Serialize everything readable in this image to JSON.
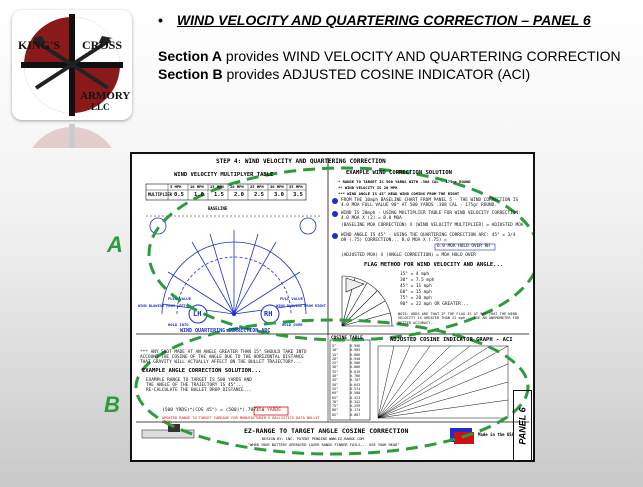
{
  "slide": {
    "title": "WIND VELOCITY AND QUARTERING CORRECTION – PANEL 6",
    "section_a_bold": "Section A",
    "section_a_text": " provides WIND VELOCITY AND QUARTERING CORRECTION",
    "section_b_bold": "Section B",
    "section_b_text": " provides ADJUSTED COSINE INDICATOR (ACI)"
  },
  "logo": {
    "top": "KING'S",
    "right": "CROSS",
    "bottom": "ARMORY",
    "sub": "LLC",
    "brand_red": "#8a1a1a"
  },
  "panel": {
    "step_title": "STEP 4: WIND VELOCITY AND QUARTERING CORRECTION",
    "multiplier_title": "WIND VELOCITY MULTIPLYER TABLE",
    "multiplier_row_label": "MULTIPLIER",
    "multiplier_headers": [
      "5 MPH",
      "10 MPH",
      "15 MPH",
      "20 MPH",
      "25 MPH",
      "30 MPH",
      "35 MPH"
    ],
    "multiplier_values": [
      "0.5",
      "1.0",
      "1.5",
      "2.0",
      "2.5",
      "3.0",
      "3.5"
    ],
    "baseline_label": "BASELINE",
    "full_value": "FULL VALUE",
    "hold_into": "HOLD INTO",
    "hold_over": "HOLD OVER",
    "lh_label": "LH",
    "rh_label": "RH",
    "wind_from_left": "WIND BLOWING FROM LEFT",
    "wind_from_right": "WIND BLOWING FROM RIGHT",
    "section_a_footer": "WIND QUARTERING CORRECTION ARC",
    "example_title": "EXAMPLE WIND CORRECTION SOLUTION",
    "example_lines": [
      "* RANGE TO TARGET IS 500 YARDS WITH .308 CAL - 175gr ROUND",
      "** WIND VELOCITY IS 20 MPH",
      "*** WIND ANGLE IS 45° HEAD WIND COMING FROM THE RIGHT"
    ],
    "step1": "FROM THE 10mph BASELINE CHART FROM PANEL 5 - THE WIND CORRECTION IS 4.0 MOA FULL VALUE 90° AT 500 YARDS .308 CAL - 175gr ROUND.",
    "step2": "WIND IS 20mph - USING MULTIPLIER TABLE FOR WIND VELOCITY CORRECTION: 4.0 MOA X (2) = 8.0 MOA",
    "step2_note": "(BASELINE MOA CORRECTION) X (WIND VELOCITY MULTIPLIER) = ADJUSTED MOA",
    "step3": "WIND ANGLE IS 45° - USING THE QUARTERING CORRECTION ARC: 45° = 3/4 OR (.75) CORRECTION... 8.0 MOA X (.75) =",
    "step3_answer": "6.0 MOA HOLD OVER RH",
    "step3_note": "(ADJUSTED MOA) X (ANGLE CORRECTION) = MOA HOLD OVER",
    "flag_title": "FLAG METHOD FOR WIND VELOCITY AND ANGLE...",
    "flag_rows": [
      "15° = 4 mph",
      "30° = 7.5 mph",
      "45° = 11 mph",
      "60° = 15 mph",
      "75° = 20 mph",
      "90° = 22 mph OR GREATER..."
    ],
    "flag_note": "NOTE: ODDS ARE THAT IF THE FLAG IS AT 90° THAT THE WIND VELOCITY IS GREATER THAN 22 mph... USE AN ANEMOMETER FOR BETTER ACCURACY...",
    "cosine_title": "COSINE TABLE",
    "cosine_rows": [
      [
        "5°",
        "0.996"
      ],
      [
        "10°",
        "0.985"
      ],
      [
        "15°",
        "0.966"
      ],
      [
        "20°",
        "0.940"
      ],
      [
        "25°",
        "0.906"
      ],
      [
        "30°",
        "0.866"
      ],
      [
        "35°",
        "0.819"
      ],
      [
        "40°",
        "0.766"
      ],
      [
        "45°",
        "0.707"
      ],
      [
        "50°",
        "0.643"
      ],
      [
        "55°",
        "0.574"
      ],
      [
        "60°",
        "0.500"
      ],
      [
        "65°",
        "0.423"
      ],
      [
        "70°",
        "0.342"
      ],
      [
        "75°",
        "0.259"
      ],
      [
        "80°",
        "0.174"
      ],
      [
        "85°",
        "0.087"
      ]
    ],
    "aci_title": "ADJUSTED COSINE INDICATOR GRAPH - ACI",
    "angle_note_lines": [
      "*** ANY SHOT MADE AT AN ANGLE GREATER THAN 15° SHOULD TAKE INTO",
      "ACCOUNT THE COSINE OF THE ANGLE DUE TO THE HORIZONTAL DISTANCE",
      "THAT GRAVITY WILL ACTUALLY AFFECT ON THE BULLET TRAJECTORY..."
    ],
    "angle_example_title": "EXAMPLE ANGLE CORRECTION SOLUTION...",
    "angle_example_lines": [
      "EXAMPLE RANGE TO TARGET IS 500 YARDS AND",
      "THE ANGLE OF THE TRAJECTORY IS 45°...",
      "RE-CALCULATE THE BULLET DROP DISTANCE..."
    ],
    "angle_formula": "(500 YRDS)*(COS 45°) = (500)*(.707) =",
    "angle_answer": "354 YARDS",
    "angle_updated": "UPDATED RANGE TO TARGET YARDAGE FOR MANUFACTURER'S BALLISTICS DATA BULLET DROP...",
    "footer_title": "EZ-RANGE TO TARGET ANGLE COSINE CORRECTION",
    "footer_credit": "DESIGN BY: INC.  PATENT PENDING  WWW.EZ-RANGE.COM",
    "footer_quote": "\"WHEN YOUR BATTERY OPERATED LASER RANGE FINDER FAILS... USE YOUR HEAD\"",
    "side_label": "PANEL 6",
    "made_in": "Made in the USA",
    "letter_a": "A",
    "letter_b": "B",
    "accent_green": "#2a9d3a",
    "accent_blue": "#1b2fd0"
  }
}
